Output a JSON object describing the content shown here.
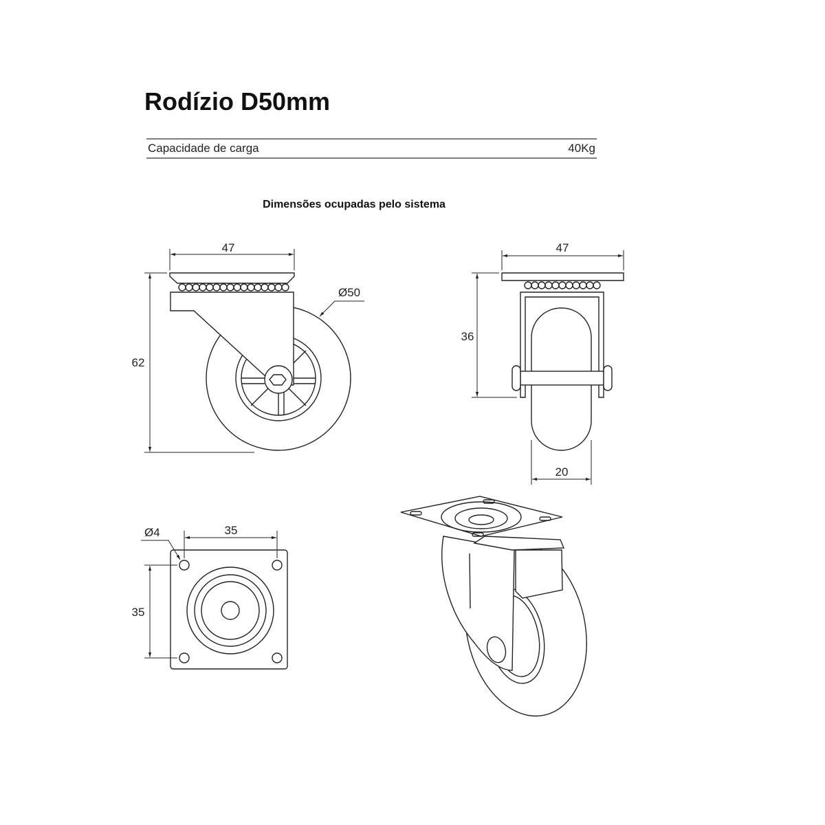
{
  "title": "Rodízio D50mm",
  "spec": {
    "label": "Capacidade de carga",
    "value": "40Kg"
  },
  "subtitle": "Dimensões ocupadas pelo sistema",
  "side_view": {
    "width": "47",
    "height": "62",
    "diameter": "Ø50"
  },
  "front_view": {
    "width": "47",
    "height": "36",
    "wheel_width": "20"
  },
  "top_view": {
    "hole_diameter": "Ø4",
    "hole_spacing_x": "35",
    "hole_spacing_y": "35"
  }
}
